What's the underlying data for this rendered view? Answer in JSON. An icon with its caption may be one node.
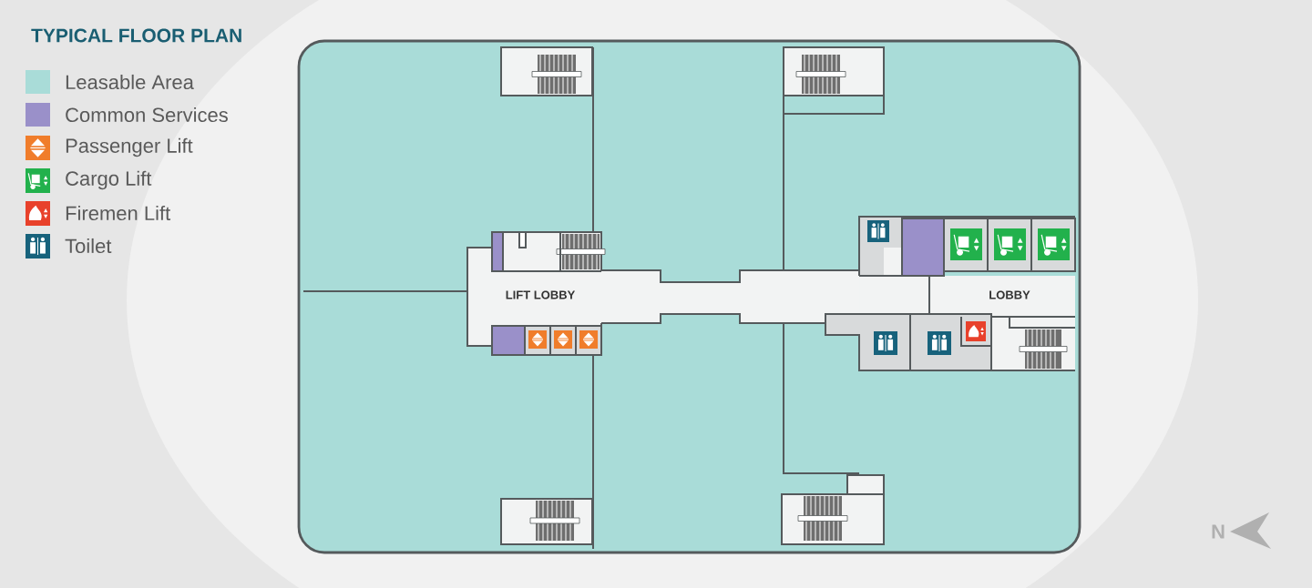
{
  "diagram": {
    "title": "TYPICAL FLOOR PLAN",
    "nodes": [
      {
        "text": [
          "LIFT LOBBY"
        ]
      },
      {
        "text": [
          "LOBBY"
        ]
      }
    ],
    "labels": [
      "N"
    ],
    "legend": [
      {
        "text": "Leasable Area",
        "color": "#a9dcd8"
      },
      {
        "text": "Common Services",
        "color": "#9a90c9"
      },
      {
        "text": "Passenger Lift",
        "color": "#f07d2b"
      },
      {
        "text": "Cargo Lift",
        "color": "#22b14c"
      },
      {
        "text": "Firemen Lift",
        "color": "#e8412b"
      },
      {
        "text": "Toilet",
        "color": "#17627c"
      }
    ]
  }
}
